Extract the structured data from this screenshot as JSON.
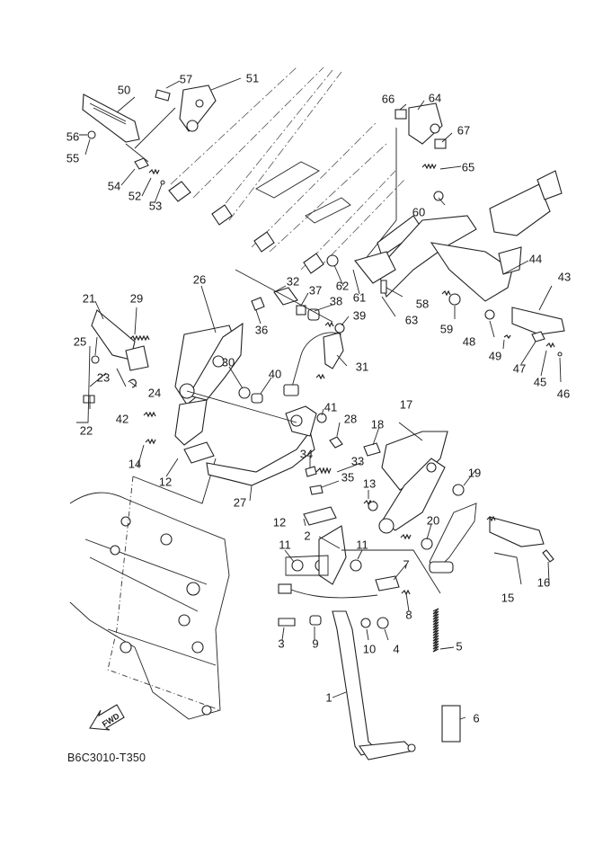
{
  "diagram": {
    "title_code": "B6C3010-T350",
    "direction_marker": "FWD",
    "callouts": [
      {
        "id": "callout-1",
        "text": "1"
      },
      {
        "id": "callout-2",
        "text": "2"
      },
      {
        "id": "callout-3",
        "text": "3"
      },
      {
        "id": "callout-4",
        "text": "4"
      },
      {
        "id": "callout-5",
        "text": "5"
      },
      {
        "id": "callout-6",
        "text": "6"
      },
      {
        "id": "callout-7",
        "text": "7"
      },
      {
        "id": "callout-8",
        "text": "8"
      },
      {
        "id": "callout-9",
        "text": "9"
      },
      {
        "id": "callout-10",
        "text": "10"
      },
      {
        "id": "callout-11a",
        "text": "11"
      },
      {
        "id": "callout-11b",
        "text": "11"
      },
      {
        "id": "callout-12a",
        "text": "12"
      },
      {
        "id": "callout-12b",
        "text": "12"
      },
      {
        "id": "callout-13",
        "text": "13"
      },
      {
        "id": "callout-14",
        "text": "14"
      },
      {
        "id": "callout-15",
        "text": "15"
      },
      {
        "id": "callout-16",
        "text": "16"
      },
      {
        "id": "callout-17",
        "text": "17"
      },
      {
        "id": "callout-18",
        "text": "18"
      },
      {
        "id": "callout-19",
        "text": "19"
      },
      {
        "id": "callout-20",
        "text": "20"
      },
      {
        "id": "callout-21",
        "text": "21"
      },
      {
        "id": "callout-22",
        "text": "22"
      },
      {
        "id": "callout-23",
        "text": "23"
      },
      {
        "id": "callout-24",
        "text": "24"
      },
      {
        "id": "callout-25",
        "text": "25"
      },
      {
        "id": "callout-26",
        "text": "26"
      },
      {
        "id": "callout-27",
        "text": "27"
      },
      {
        "id": "callout-28",
        "text": "28"
      },
      {
        "id": "callout-29",
        "text": "29"
      },
      {
        "id": "callout-30",
        "text": "30"
      },
      {
        "id": "callout-31",
        "text": "31"
      },
      {
        "id": "callout-32",
        "text": "32"
      },
      {
        "id": "callout-33",
        "text": "33"
      },
      {
        "id": "callout-34",
        "text": "34"
      },
      {
        "id": "callout-35",
        "text": "35"
      },
      {
        "id": "callout-36",
        "text": "36"
      },
      {
        "id": "callout-37",
        "text": "37"
      },
      {
        "id": "callout-38",
        "text": "38"
      },
      {
        "id": "callout-39",
        "text": "39"
      },
      {
        "id": "callout-40",
        "text": "40"
      },
      {
        "id": "callout-41",
        "text": "41"
      },
      {
        "id": "callout-42",
        "text": "42"
      },
      {
        "id": "callout-43",
        "text": "43"
      },
      {
        "id": "callout-44",
        "text": "44"
      },
      {
        "id": "callout-45",
        "text": "45"
      },
      {
        "id": "callout-46",
        "text": "46"
      },
      {
        "id": "callout-47",
        "text": "47"
      },
      {
        "id": "callout-48",
        "text": "48"
      },
      {
        "id": "callout-49",
        "text": "49"
      },
      {
        "id": "callout-50",
        "text": "50"
      },
      {
        "id": "callout-51",
        "text": "51"
      },
      {
        "id": "callout-52",
        "text": "52"
      },
      {
        "id": "callout-53",
        "text": "53"
      },
      {
        "id": "callout-54",
        "text": "54"
      },
      {
        "id": "callout-55",
        "text": "55"
      },
      {
        "id": "callout-56",
        "text": "56"
      },
      {
        "id": "callout-57",
        "text": "57"
      },
      {
        "id": "callout-58",
        "text": "58"
      },
      {
        "id": "callout-59",
        "text": "59"
      },
      {
        "id": "callout-60",
        "text": "60"
      },
      {
        "id": "callout-61",
        "text": "61"
      },
      {
        "id": "callout-62",
        "text": "62"
      },
      {
        "id": "callout-63",
        "text": "63"
      },
      {
        "id": "callout-64",
        "text": "64"
      },
      {
        "id": "callout-65",
        "text": "65"
      },
      {
        "id": "callout-66",
        "text": "66"
      },
      {
        "id": "callout-67",
        "text": "67"
      }
    ]
  }
}
